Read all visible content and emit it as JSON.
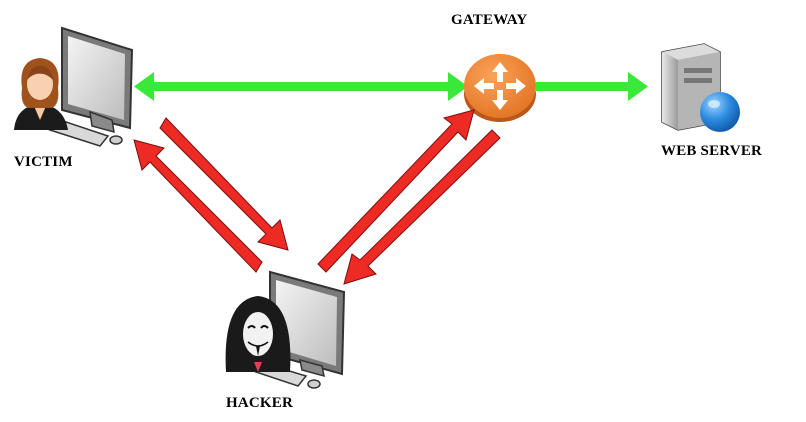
{
  "nodes": {
    "victim": {
      "label": "VICTIM",
      "icon": "woman-user-at-computer-icon"
    },
    "gateway": {
      "label": "GATEWAY",
      "icon": "router-icon"
    },
    "server": {
      "label": "WEB SERVER",
      "icon": "server-with-globe-icon"
    },
    "hacker": {
      "label": "HACKER",
      "icon": "masked-hacker-at-computer-icon"
    }
  },
  "colors": {
    "normal_traffic": "#39e839",
    "attack_traffic": "#ee2a24",
    "router": "#f0832e"
  }
}
